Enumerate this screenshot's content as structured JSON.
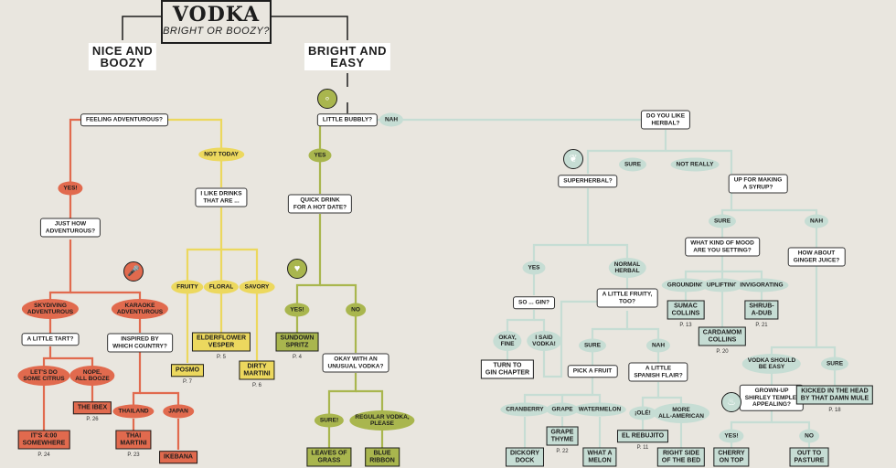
{
  "title": {
    "main": "VODKA",
    "sub": "BRIGHT OR BOOZY?"
  },
  "colors": {
    "boozy": "#e16a4e",
    "boozy_alt": "#ecd85e",
    "bright": "#a9b64e",
    "bright_alt": "#c6ddd4"
  },
  "headings": {
    "boozy": "NICE AND\nBOOZY",
    "bright": "BRIGHT AND\nEASY"
  },
  "questions": {
    "adventurous": "FEELING ADVENTUROUS?",
    "how_adventurous": "JUST HOW\nADVENTUROUS?",
    "tart": "A LITTLE TART?",
    "country": "INSPIRED BY\nWHICH COUNTRY?",
    "drinks_that_are": "I LIKE DRINKS\nTHAT ARE ...",
    "bubbly": "LITTLE BUBBLY?",
    "hot_date": "QUICK DRINK\nFOR A HOT DATE?",
    "unusual_vodka": "OKAY WITH AN\nUNUSUAL VODKA?",
    "herbal": "DO YOU LIKE\nHERBAL?",
    "superherbal": "SUPERHERBAL?",
    "gin": "SO ... GIN?",
    "fruity": "A LITTLE FRUITY,\nTOO?",
    "pick_fruit": "PICK A FRUIT",
    "spanish": "A LITTLE\nSPANISH FLAIR?",
    "syrup": "UP FOR MAKING\nA SYRUP?",
    "mood": "WHAT KIND OF MOOD\nARE YOU SETTING?",
    "ginger": "HOW ABOUT\nGINGER JUICE?",
    "shirley": "GROWN-UP\nSHIRLEY TEMPLE:\nAPPEALING?"
  },
  "answers": {
    "yes_adv": "YES!",
    "not_today": "NOT TODAY",
    "skydiving": "SKYDIVING\nADVENTUROUS",
    "karaoke": "KARAOKE\nADVENTUROUS",
    "lets_do_citrus": "LET'S DO\nSOME CITRUS",
    "nope_booze": "NOPE,\nALL BOOZE",
    "thailand": "THAILAND",
    "japan": "JAPAN",
    "fruity": "FRUITY",
    "floral": "FLORAL",
    "savory": "SAVORY",
    "yes_bubbly": "YES",
    "nah_bubbly": "NAH",
    "yes_date": "YES!",
    "no_date": "NO",
    "sure_unusual": "SURE!",
    "regular_vodka": "REGULAR VODKA,\nPLEASE",
    "sure_herbal": "SURE",
    "not_really": "NOT REALLY",
    "yes_super": "YES",
    "normal_herbal": "NORMAL\nHERBAL",
    "okay_fine": "OKAY,\nFINE",
    "i_said_vodka": "I SAID\nVODKA!",
    "sure_fruity": "SURE",
    "nah_fruity": "NAH",
    "cranberry": "CRANBERRY",
    "grape": "GRAPE",
    "watermelon": "WATERMELON",
    "ole": "¡OLÉ!",
    "more_american": "MORE\nALL-AMERICAN",
    "sure_syrup": "SURE",
    "nah_syrup": "NAH",
    "grounding": "GROUNDING",
    "uplifting": "UPLIFTING",
    "invigorating": "INVIGORATING",
    "vodka_easy": "VODKA SHOULD\nBE EASY",
    "sure_ginger": "SURE",
    "yes_shirley": "YES!",
    "no_shirley": "NO"
  },
  "results": [
    {
      "key": "its_400",
      "name": "IT'S 4:00\nSOMEWHERE",
      "page": "P. 24"
    },
    {
      "key": "ibex",
      "name": "THE IBEX",
      "page": "P. 26"
    },
    {
      "key": "thai_martini",
      "name": "THAI\nMARTINI",
      "page": "P. 23"
    },
    {
      "key": "ikebana",
      "name": "IKEBANA",
      "page": ""
    },
    {
      "key": "posmo",
      "name": "POSMO",
      "page": "P. 7"
    },
    {
      "key": "vesper",
      "name": "ELDERFLOWER\nVESPER",
      "page": "P. 5"
    },
    {
      "key": "dirty_martini",
      "name": "DIRTY\nMARTINI",
      "page": "P. 6"
    },
    {
      "key": "sundown",
      "name": "SUNDOWN\nSPRITZ",
      "page": "P. 4"
    },
    {
      "key": "leaves",
      "name": "LEAVES OF\nGRASS",
      "page": ""
    },
    {
      "key": "blue_ribbon",
      "name": "BLUE\nRIBBON",
      "page": ""
    },
    {
      "key": "gin_chapter",
      "name": "TURN TO\nGIN CHAPTER",
      "page": ""
    },
    {
      "key": "dickory",
      "name": "DICKORY\nDOCK",
      "page": ""
    },
    {
      "key": "grape_thyme",
      "name": "GRAPE\nTHYME",
      "page": "P. 22"
    },
    {
      "key": "what_a_melon",
      "name": "WHAT A\nMELON",
      "page": ""
    },
    {
      "key": "rebujito",
      "name": "EL REBUJITO",
      "page": "P. 11"
    },
    {
      "key": "right_side",
      "name": "RIGHT SIDE\nOF THE BED",
      "page": ""
    },
    {
      "key": "sumac",
      "name": "SUMAC\nCOLLINS",
      "page": "P. 13"
    },
    {
      "key": "cardamom",
      "name": "CARDAMOM\nCOLLINS",
      "page": "P. 20"
    },
    {
      "key": "shrub",
      "name": "SHRUB-\nA-DUB",
      "page": "P. 21"
    },
    {
      "key": "kicked",
      "name": "KICKED IN THE HEAD\nBY THAT DAMN MULE",
      "page": "P. 18"
    },
    {
      "key": "cherry",
      "name": "CHERRY\nON TOP",
      "page": ""
    },
    {
      "key": "pasture",
      "name": "OUT TO\nPASTURE",
      "page": ""
    }
  ],
  "icons": [
    {
      "name": "microphone-icon",
      "glyph": "🎤"
    },
    {
      "name": "bubbles-icon",
      "glyph": "∘"
    },
    {
      "name": "heart-icon",
      "glyph": "♥"
    },
    {
      "name": "herb-icon",
      "glyph": "❦"
    },
    {
      "name": "flame-icon",
      "glyph": "♨"
    }
  ]
}
